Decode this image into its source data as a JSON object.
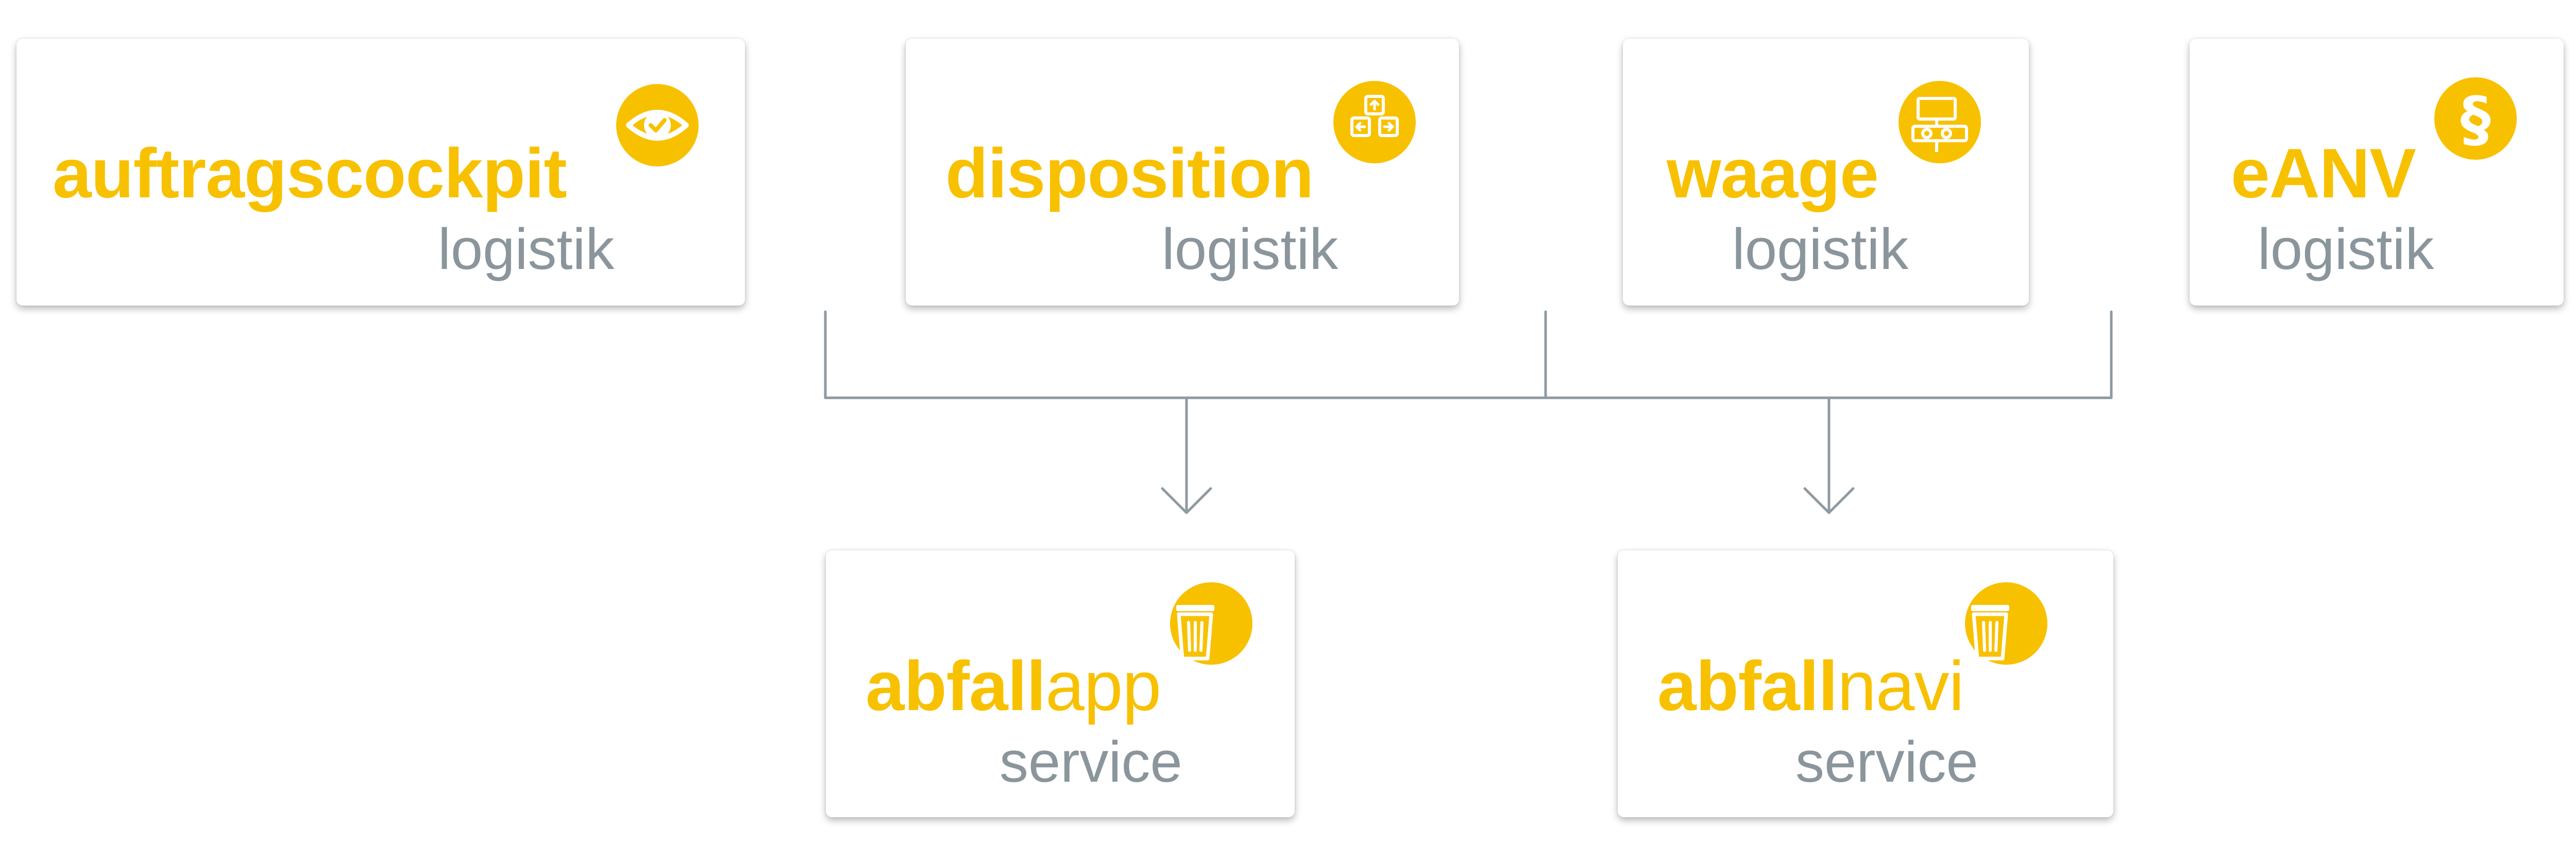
{
  "colors": {
    "accent": "#f8c100",
    "muted_text": "#8a959c",
    "connector": "#8f9aa1"
  },
  "cards": {
    "auftragscockpit": {
      "name": "auftragscockpit",
      "suffix": "",
      "sub": "logistik",
      "icon": "eye-check-icon"
    },
    "disposition": {
      "name": "disposition",
      "suffix": "",
      "sub": "logistik",
      "icon": "arrow-keys-icon"
    },
    "waage": {
      "name": "waage",
      "suffix": "",
      "sub": "logistik",
      "icon": "scale-icon"
    },
    "eanv": {
      "name": "eANV",
      "suffix": "",
      "sub": "logistik",
      "icon": "paragraph-icon"
    },
    "abfallapp": {
      "name": "abfall",
      "suffix": "app",
      "sub": "service",
      "icon": "trash-bin-icon"
    },
    "abfallnavi": {
      "name": "abfall",
      "suffix": "navi",
      "sub": "service",
      "icon": "trash-bin-icon"
    }
  }
}
